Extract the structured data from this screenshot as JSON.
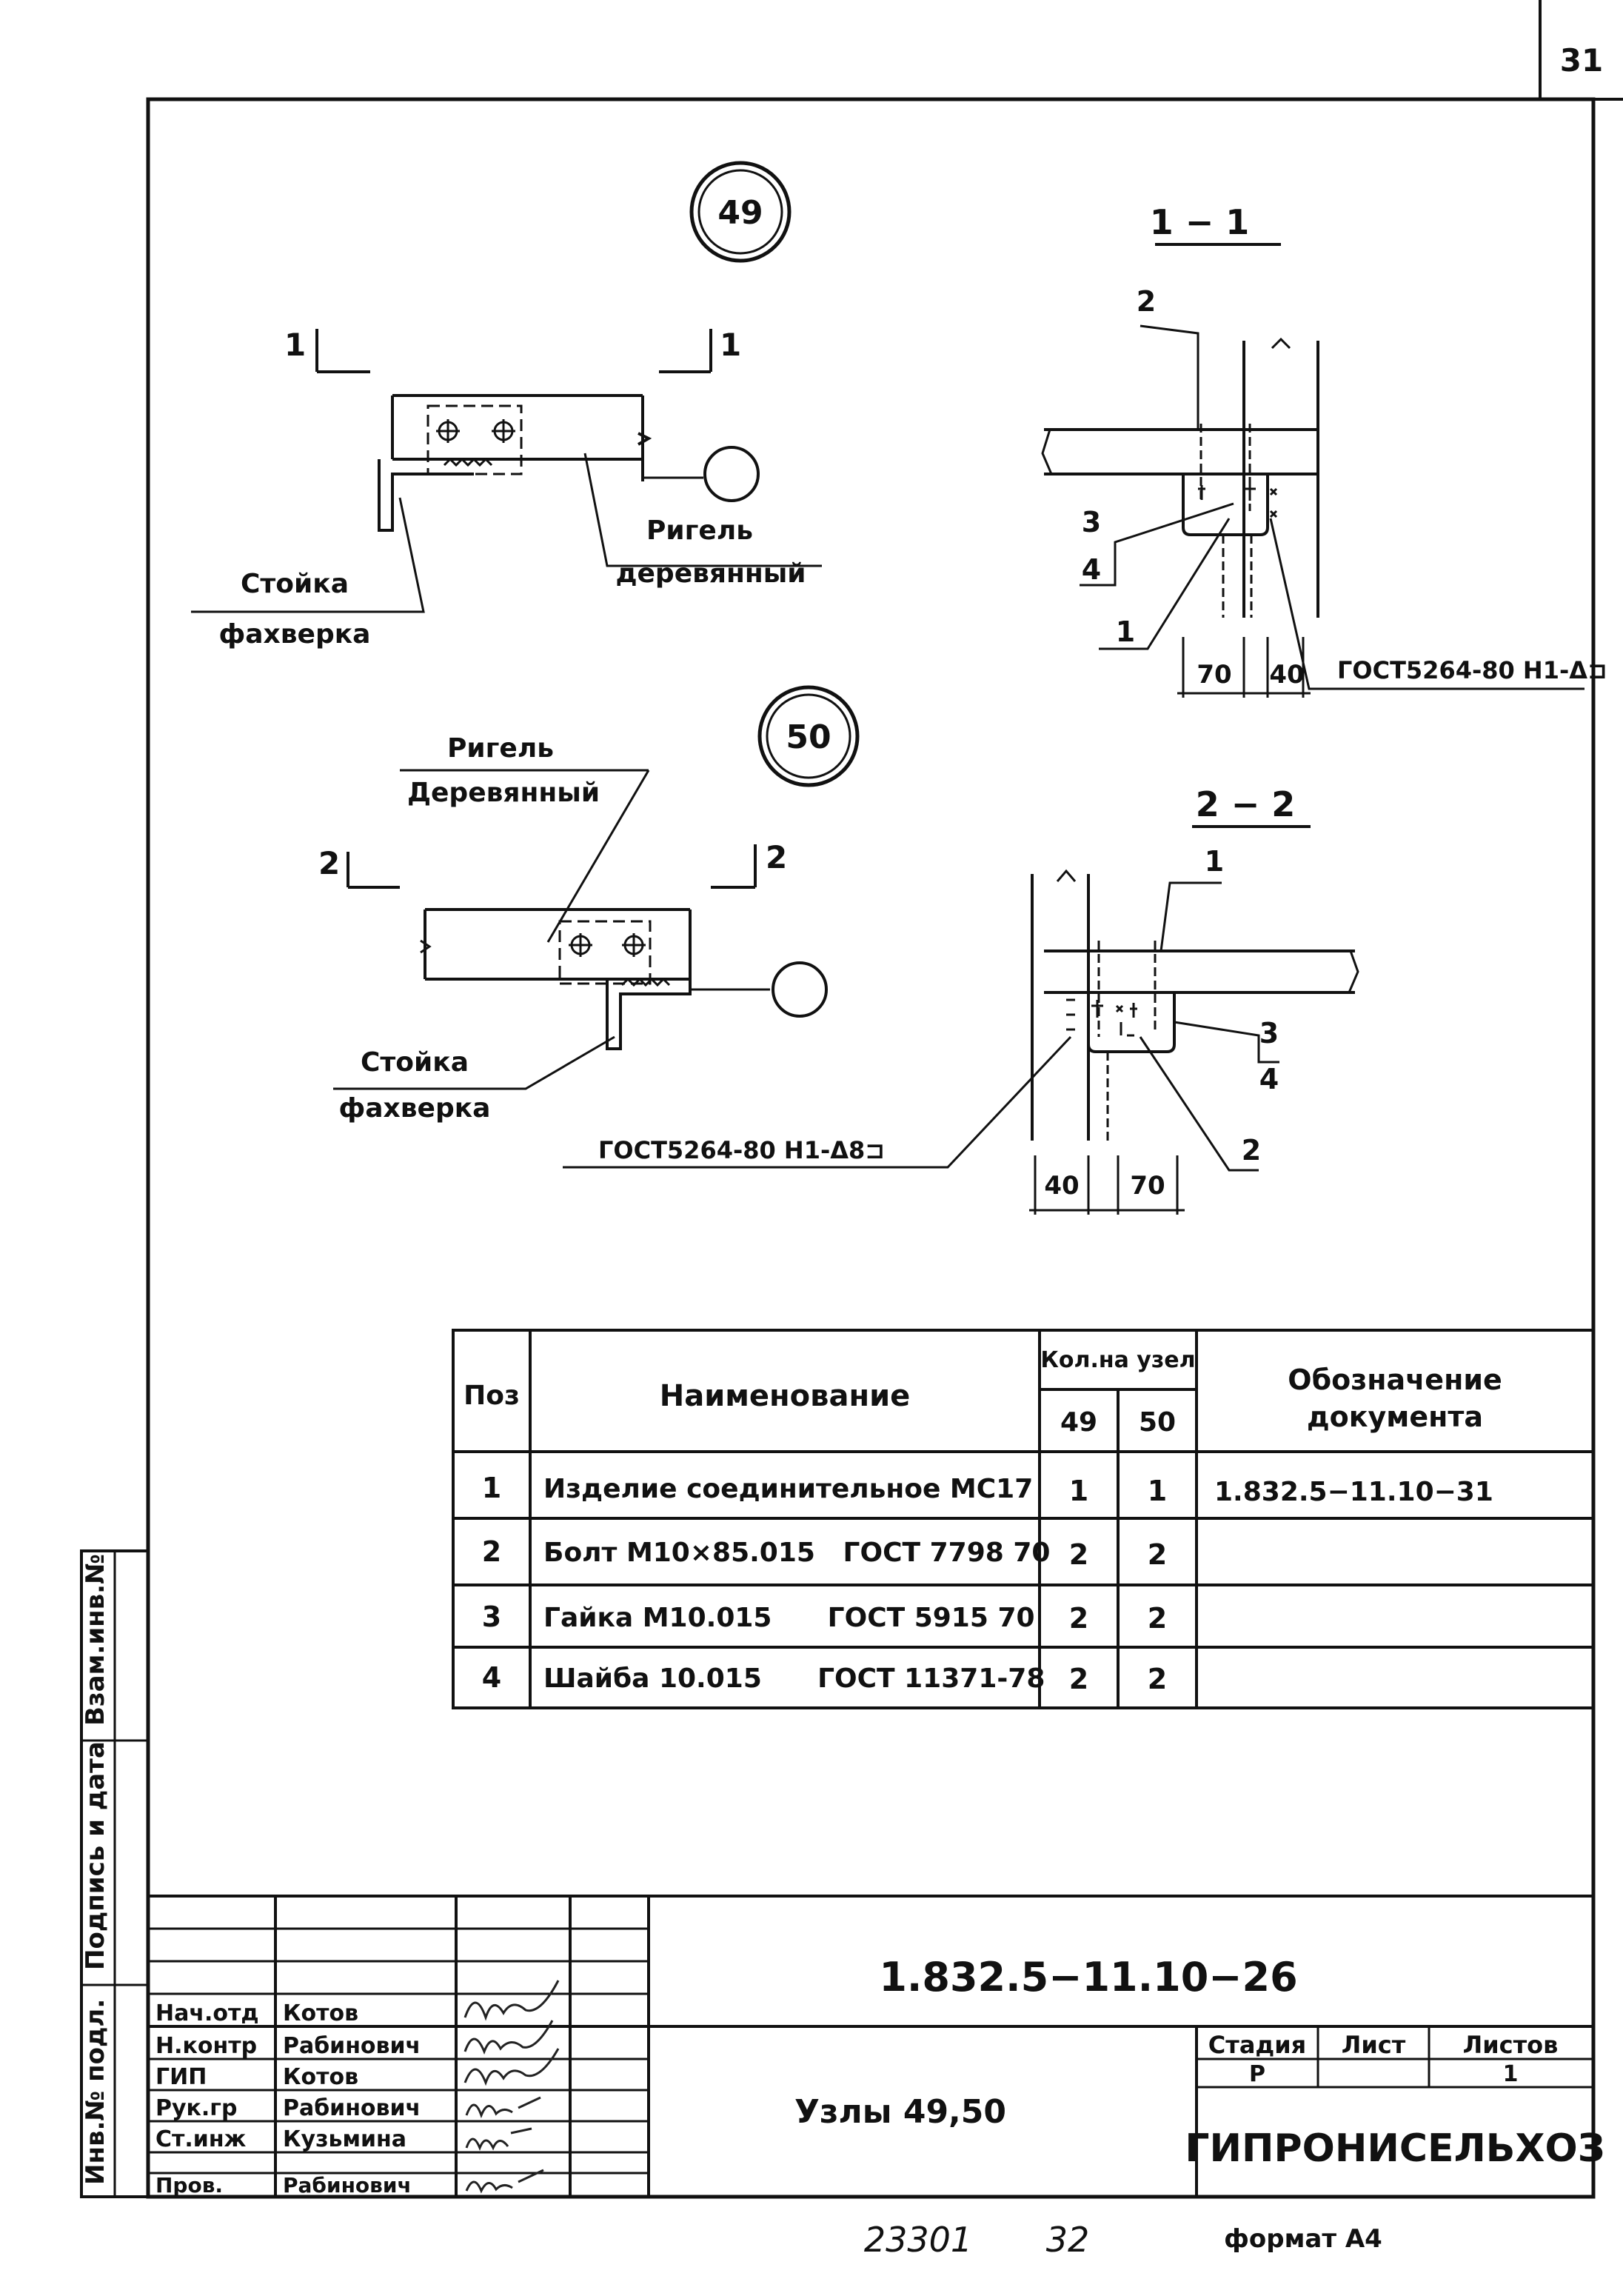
{
  "page_number": "31",
  "node_49": {
    "label": "49",
    "section_left": "1",
    "section_right": "1",
    "ригель_line1": "Ригель",
    "ригель_line2": "деревянный",
    "стойка_line1": "Стойка",
    "стойка_line2": "фахверка"
  },
  "section_1": {
    "title": "1 − 1",
    "callout_1": "1",
    "callout_2": "2",
    "callout_3": "3",
    "callout_4": "4",
    "dim_a": "70",
    "dim_b": "40",
    "weld": "ГОСТ5264-80 Н1-Δ⊐"
  },
  "node_50": {
    "label": "50",
    "section_left": "2",
    "section_right": "2",
    "ригель_line1": "Ригель",
    "ригель_line2": "Деревянный",
    "стойка_line1": "Стойка",
    "стойка_line2": "фахверка"
  },
  "section_2": {
    "title": "2 − 2",
    "callout_1": "1",
    "callout_2": "2",
    "callout_3": "3",
    "callout_4": "4",
    "dim_a": "40",
    "dim_b": "70",
    "weld": "ГОСТ5264-80 Н1-Δ8⊐"
  },
  "spec_table": {
    "col_pos": "Поз",
    "col_name": "Наименование",
    "col_qty": "Кол.на узел",
    "col_q49": "49",
    "col_q50": "50",
    "col_doc_line1": "Обозначение",
    "col_doc_line2": "документа",
    "rows": [
      {
        "pos": "1",
        "name": "Изделие соединительное МС17",
        "q49": "1",
        "q50": "1",
        "doc": "1.832.5−11.10−31"
      },
      {
        "pos": "2",
        "name": "Болт М10×85.015   ГОСТ 7798 70",
        "q49": "2",
        "q50": "2",
        "doc": ""
      },
      {
        "pos": "3",
        "name": "Гайка М10.015      ГОСТ 5915 70",
        "q49": "2",
        "q50": "2",
        "doc": ""
      },
      {
        "pos": "4",
        "name": "Шайба 10.015      ГОСТ 11371-78",
        "q49": "2",
        "q50": "2",
        "doc": ""
      }
    ]
  },
  "side_stamp": {
    "inv_podl": "Инв.№ подл.",
    "podpis": "Подпись и дата",
    "vzam": "Взам.инв.№"
  },
  "title_block": {
    "code": "1.832.5−11.10−26",
    "title": "Узлы 49,50",
    "org": "ГИПРОНИСЕЛЬХОЗ",
    "stage_label": "Стадия",
    "sheet_label": "Лист",
    "sheets_label": "Листов",
    "stage": "Р",
    "sheet": "",
    "sheets": "1",
    "staff": [
      {
        "role": "Нач.отд",
        "name": "Котов"
      },
      {
        "role": "Н.контр",
        "name": "Рабинович"
      },
      {
        "role": "ГИП",
        "name": "Котов"
      },
      {
        "role": "Рук.гр",
        "name": "Рабинович"
      },
      {
        "role": "Ст.инж",
        "name": "Кузьмина"
      },
      {
        "role": "Пров.",
        "name": "Рабинович"
      }
    ]
  },
  "bottom": {
    "number1": "23301",
    "number2": "32",
    "format": "формат А4"
  }
}
